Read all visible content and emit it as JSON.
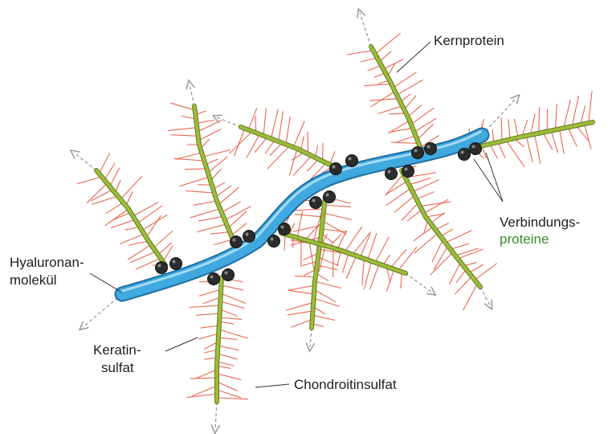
{
  "labels": {
    "kernprotein": "Kernprotein",
    "verbindungs_line1": "Verbindungs-",
    "verbindungs_line2": "proteine",
    "hyaluronan_line1": "Hyaluronan-",
    "hyaluronan_line2": "molekül",
    "keratin_line1": "Keratin-",
    "keratin_line2": "sulfat",
    "chondroitinsulfat": "Chondroitinsulfat"
  },
  "colors": {
    "hyaluronan": "#3fa9e0",
    "core_protein": "#9dbb3a",
    "glycosaminoglycan": "#e8553b",
    "link_protein": "#2c2c2c",
    "label_text": "#1e1e1e",
    "proteine_text": "#3a8a2a"
  }
}
